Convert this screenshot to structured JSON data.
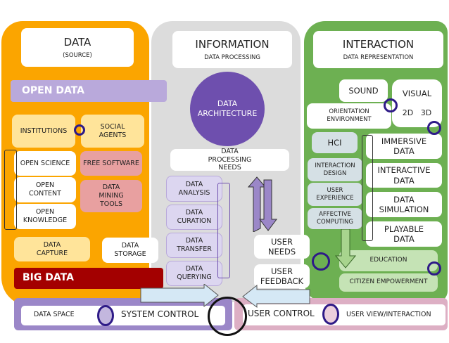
{
  "colors": {
    "data_panel": "#FBA500",
    "information_panel": "#DCDCDC",
    "interaction_panel": "#6DB052",
    "open_data": "#B9A9DB",
    "big_data": "#A30000",
    "architecture": "#6E4FAE",
    "system_control": "#9B87C8",
    "user_control": "#DDAFC4",
    "ring": "#2E1A87"
  },
  "data": {
    "title": "DATA",
    "subtitle": "(SOURCE)",
    "open_data": "OPEN DATA",
    "institutions": "INSTITUTIONS",
    "social_agents": "SOCIAL AGENTS",
    "open_science": "OPEN SCIENCE",
    "open_content": "OPEN CONTENT",
    "open_knowledge": "OPEN KNOWLEDGE",
    "free_software": "FREE SOFTWARE",
    "data_mining_tools": "DATA MINING TOOLS",
    "data_capture": "DATA CAPTURE",
    "data_storage": "DATA STORAGE",
    "big_data": "BIG DATA"
  },
  "information": {
    "title": "INFORMATION",
    "subtitle": "DATA PROCESSING",
    "architecture": "DATA ARCHITECTURE",
    "processing_needs": "DATA PROCESSING NEEDS",
    "steps": [
      "DATA ANALYSIS",
      "DATA CURATION",
      "DATA TRANSFER",
      "DATA QUERYING"
    ],
    "user_needs": "USER NEEDS",
    "user_feedback": "USER FEEDBACK"
  },
  "interaction": {
    "title": "INTERACTION",
    "subtitle": "DATA REPRESENTATION",
    "sound": "SOUND",
    "visual": "VISUAL",
    "visual_2d": "2D",
    "visual_3d": "3D",
    "orientation": "ORIENTATION ENVIRONMENT",
    "hci": "HCI",
    "hci_items": [
      "INTERACTION DESIGN",
      "USER EXPERIENCE",
      "AFFECTIVE COMPUTING"
    ],
    "data_types": [
      "IMMERSIVE DATA",
      "INTERACTIVE DATA",
      "DATA SIMULATION",
      "PLAYABLE DATA"
    ],
    "education": "EDUCATION",
    "citizen": "CITIZEN EMPOWERMENT"
  },
  "bottom": {
    "data_space": "DATA SPACE",
    "system_control": "SYSTEM CONTROL",
    "user_control": "USER CONTROL",
    "user_view": "USER VIEW/INTERACTION"
  }
}
